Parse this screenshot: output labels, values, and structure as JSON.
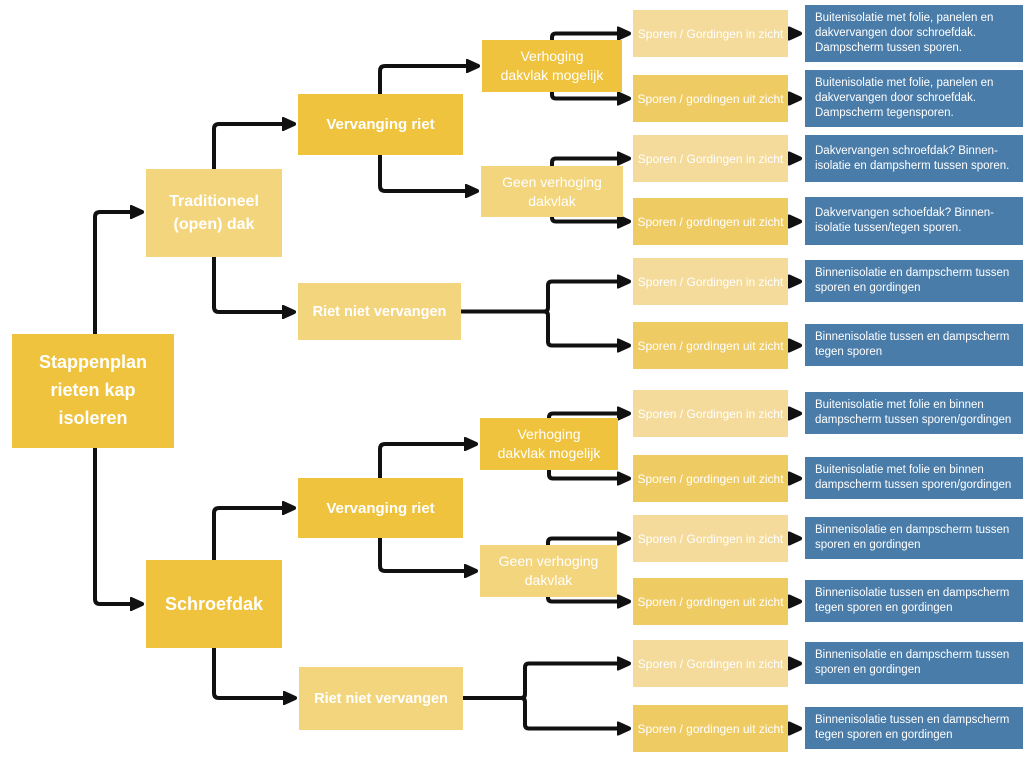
{
  "title": "Stappenplan rieten kap isoleren",
  "flowchart": {
    "root": {
      "label": "Stappenplan rieten kap isoleren"
    },
    "sections": {
      "traditioneel": {
        "label": "Traditioneel (open) dak",
        "vervanging_riet": "Vervanging riet",
        "riet_niet_vervangen": "Riet niet vervangen",
        "verhoging_dakvlak": "Verhoging dakvlak mogelijk",
        "geen_verhoging": "Geen verhoging dakvlak"
      },
      "schroefdak": {
        "label": "Schroefdak",
        "vervanging_riet": "Vervanging riet",
        "riet_niet_vervangen": "Riet niet vervangen",
        "verhoging_dakvlak": "Verhoging dakvlak mogelijk",
        "geen_verhoging": "Geen verhoging dakvlak"
      }
    },
    "rows": [
      {
        "condition": "Sporen / Gordingen in zicht",
        "result": "Buitenisolatie met folie, panelen en dakvervangen door schroefdak. Dampscherm tussen sporen."
      },
      {
        "condition": "Sporen / gordingen uit zicht",
        "result": "Buitenisolatie met folie, panelen en dakvervangen door schroefdak. Dampscherm tegensporen."
      },
      {
        "condition": "Sporen / Gordingen in zicht",
        "result": "Dakvervangen schroefdak? Binnen-isolatie en dampsherm tussen sporen."
      },
      {
        "condition": "Sporen / gordingen uit zicht",
        "result": "Dakvervangen schoefdak? Binnen-isolatie tussen/tegen sporen."
      },
      {
        "condition": "Sporen / Gordingen in zicht",
        "result": "Binnenisolatie en dampscherm tussen sporen en gordingen"
      },
      {
        "condition": "Sporen / gordingen uit zicht",
        "result": "Binnenisolatie tussen en dampscherm tegen sporen"
      },
      {
        "condition": "Sporen / Gordingen in zicht",
        "result": "Buitenisolatie met folie en binnen dampscherm tussen sporen/gordingen"
      },
      {
        "condition": "Sporen / gordingen uit zicht",
        "result": "Buitenisolatie met folie en binnen dampscherm tussen sporen/gordingen"
      },
      {
        "condition": "Sporen / Gordingen in zicht",
        "result": "Binnenisolatie en dampscherm tussen sporen en gordingen"
      },
      {
        "condition": "Sporen / gordingen uit zicht",
        "result": "Binnenisolatie tussen en dampscherm tegen sporen en gordingen"
      },
      {
        "condition": "Sporen / Gordingen in zicht",
        "result": "Binnenisolatie en dampscherm  tussen sporen en gordingen"
      },
      {
        "condition": "Sporen / gordingen uit zicht",
        "result": "Binnenisolatie tussen en dampscherm tegen sporen en gordingen"
      }
    ]
  },
  "colors": {
    "gold": "#efc33d",
    "light_yellow": "#f3d57e",
    "cream_yellow": "#f4db9b",
    "medium_yellow": "#efcb64",
    "blue": "#4a7ca9",
    "connector": "#111111",
    "text": "#ffffff"
  }
}
